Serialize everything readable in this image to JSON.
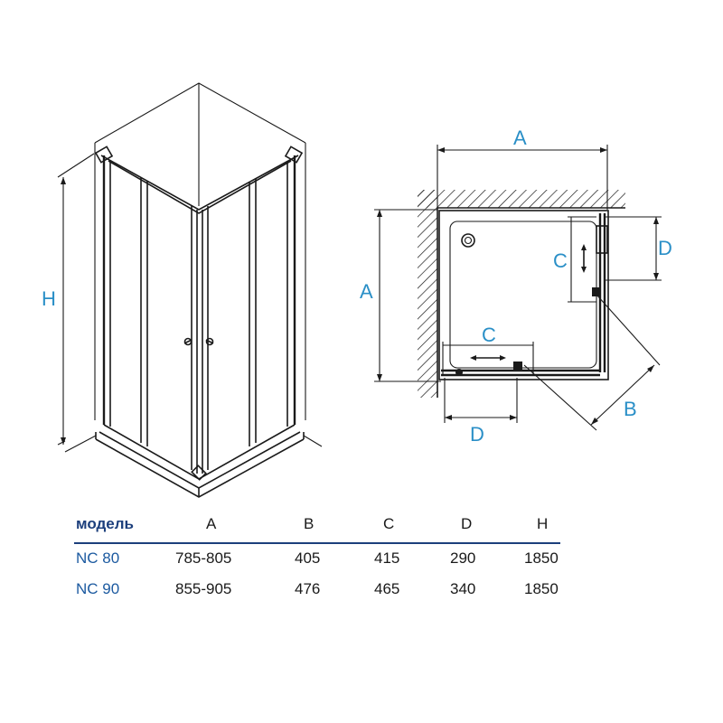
{
  "labels": {
    "h": "H",
    "a_top": "A",
    "a_left": "A",
    "b": "B",
    "c_side": "C",
    "c_bottom": "C",
    "d_side": "D",
    "d_bottom": "D"
  },
  "table": {
    "headers": [
      "модель",
      "A",
      "B",
      "C",
      "D",
      "H"
    ],
    "rows": [
      [
        "NC 80",
        "785-805",
        "405",
        "415",
        "290",
        "1850"
      ],
      [
        "NC 90",
        "855-905",
        "476",
        "465",
        "340",
        "1850"
      ]
    ]
  },
  "colors": {
    "label": "#2a8fc7",
    "model": "#1c5aa0",
    "rule": "#1c3f7c"
  }
}
